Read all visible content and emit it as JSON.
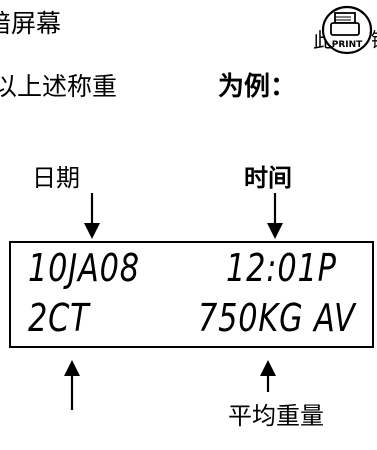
{
  "header": {
    "line1": "揞屏幕",
    "line2": "以上述称重",
    "example_label": "为例："
  },
  "print_icon": {
    "icon": "printer-icon",
    "label": "PRINT"
  },
  "labels": {
    "date": "日期",
    "time": "时间",
    "average_weight": "平均重量"
  },
  "display": {
    "date_value": "10JA08",
    "time_value": "12:01P",
    "count_value": "2CT",
    "weight_value": "750KG AV"
  }
}
